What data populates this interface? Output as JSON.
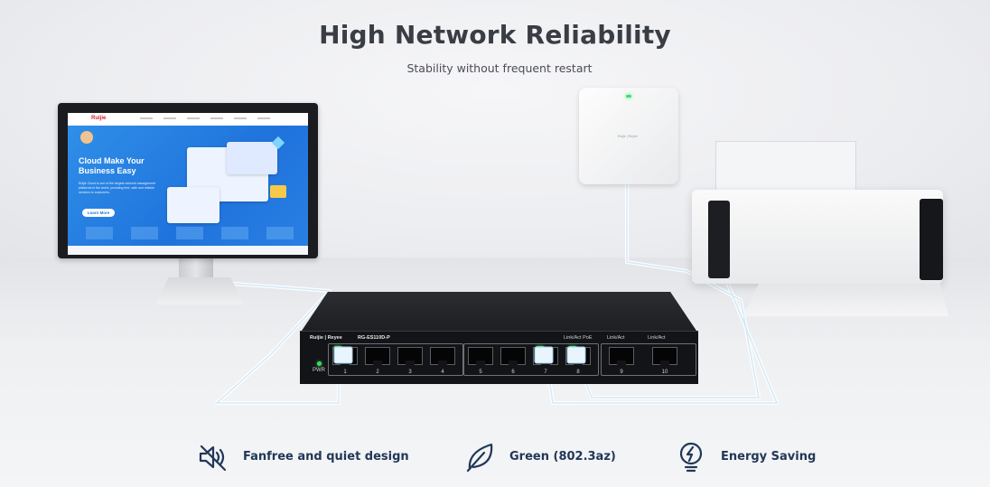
{
  "header": {
    "title": "High Network Reliability",
    "subtitle": "Stability without frequent restart"
  },
  "monitor_screen": {
    "logo": "Ruijie",
    "hero_title": "Cloud Make Your Business Easy",
    "hero_text": "Ruijie Cloud is one of the largest network management platforms in the world, providing free, safe and reliable services to customers.",
    "hero_button": "Learn More"
  },
  "access_point": {
    "brand": "Ruijie | Reyee"
  },
  "switch": {
    "brand": "Ruijie | Reyee",
    "model": "RG-ES110D-P",
    "power_label": "PWR",
    "link_poe_label": "Link/Act PoE",
    "link_label_9": "Link/Act",
    "link_label_10": "Link/Act",
    "ports": [
      "1",
      "2",
      "3",
      "4",
      "5",
      "6",
      "7",
      "8",
      "9",
      "10"
    ]
  },
  "features": [
    {
      "label": "Fanfree and quiet design",
      "icon": "fan-off-icon"
    },
    {
      "label": "Green (802.3az)",
      "icon": "leaf-icon"
    },
    {
      "label": "Energy Saving",
      "icon": "energy-bolt-icon"
    }
  ],
  "colors": {
    "title": "#3a3d44",
    "feature_text": "#223758",
    "led_green": "#3bdc5c",
    "hero_blue": "#1f73dc"
  }
}
